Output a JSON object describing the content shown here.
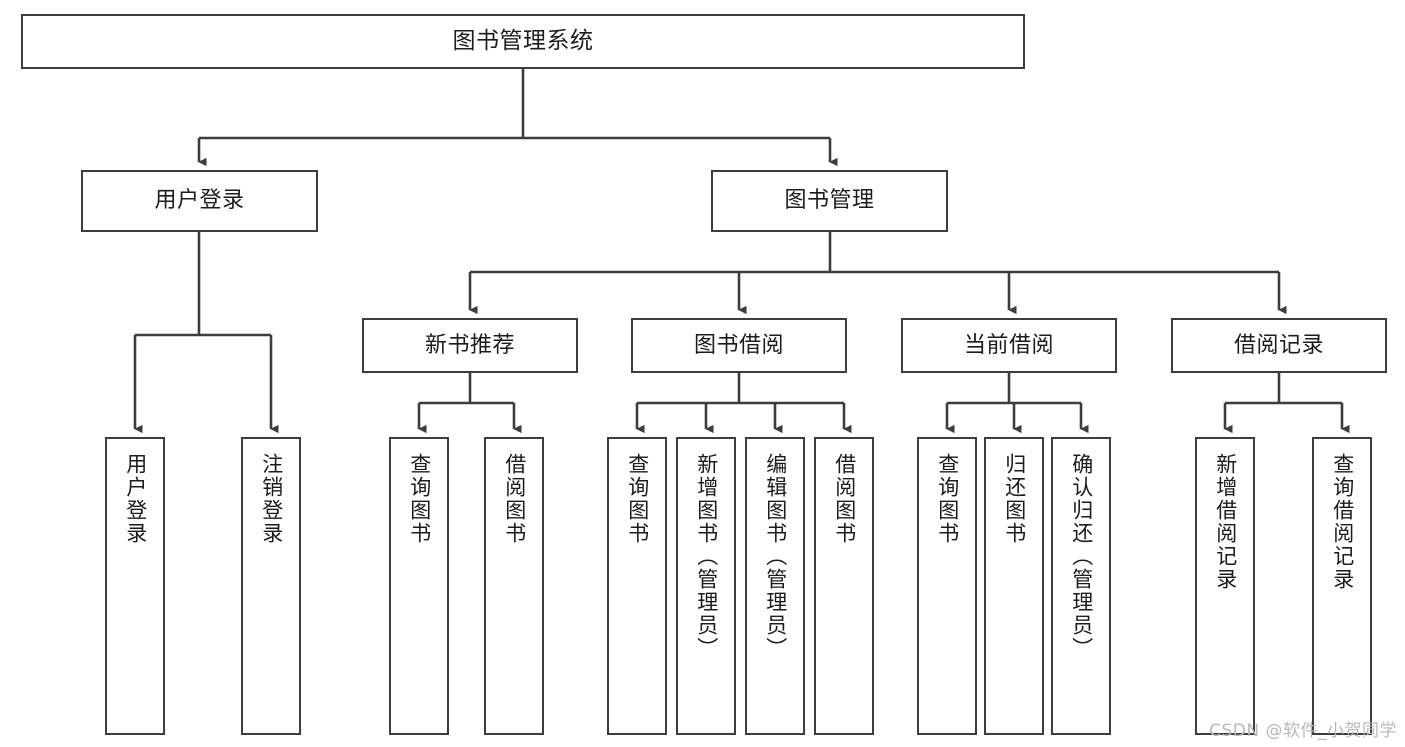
{
  "diagram": {
    "type": "tree",
    "title": "图书管理系统",
    "watermark": "CSDN @软件_小贺同学",
    "colors": {
      "box_border": "#3d3d3d",
      "box_fill": "#ffffff",
      "connector": "#3d3d3d",
      "text": "#1c1c1c",
      "watermark": "#b9b9b9"
    },
    "nodes": {
      "root": {
        "label": "图书管理系统"
      },
      "level2": [
        {
          "label": "用户登录"
        },
        {
          "label": "图书管理"
        }
      ],
      "level3": [
        {
          "label": "新书推荐"
        },
        {
          "label": "图书借阅"
        },
        {
          "label": "当前借阅"
        },
        {
          "label": "借阅记录"
        }
      ],
      "leaves": {
        "user_login": [
          {
            "label": "用户登录"
          },
          {
            "label": "注销登录"
          }
        ],
        "new_book_recommend": [
          {
            "label": "查询图书"
          },
          {
            "label": "借阅图书"
          }
        ],
        "book_borrow": [
          {
            "label": "查询图书"
          },
          {
            "label": "新增图书（管理员）"
          },
          {
            "label": "编辑图书（管理员）"
          },
          {
            "label": "借阅图书"
          }
        ],
        "current_borrow": [
          {
            "label": "查询图书"
          },
          {
            "label": "归还图书"
          },
          {
            "label": "确认归还（管理员）"
          }
        ],
        "borrow_record": [
          {
            "label": "新增借阅记录"
          },
          {
            "label": "查询借阅记录"
          }
        ]
      }
    }
  }
}
